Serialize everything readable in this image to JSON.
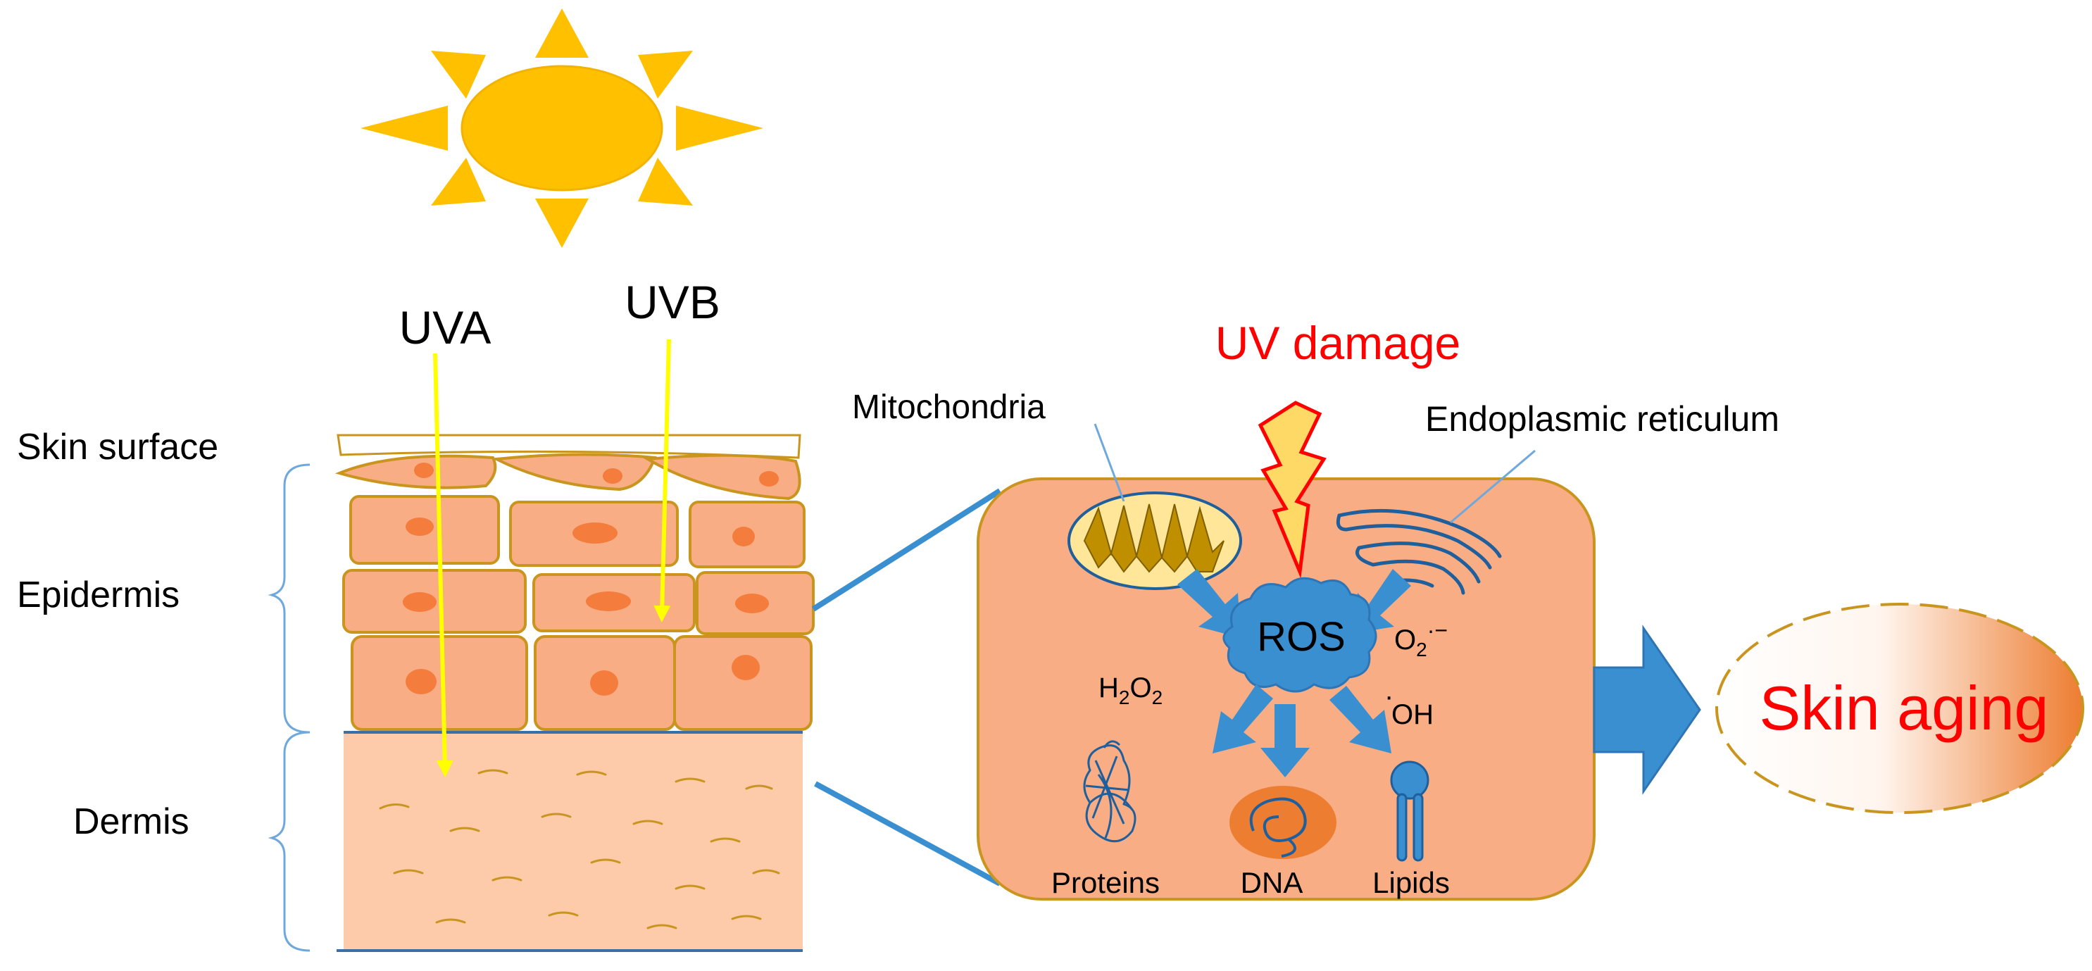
{
  "labels": {
    "uva": "UVA",
    "uvb": "UVB",
    "uv_damage": "UV damage",
    "skin_surface": "Skin surface",
    "epidermis": "Epidermis",
    "dermis": "Dermis",
    "mitochondria": "Mitochondria",
    "endoplasmic_reticulum": "Endoplasmic reticulum",
    "ros": "ROS",
    "superoxide_base": "O",
    "superoxide_sub": "2",
    "superoxide_sup": "·−",
    "h2o2_h": "H",
    "h2o2_sub1": "2",
    "h2o2_o": "O",
    "h2o2_sub2": "2",
    "hydroxyl_dot": "·",
    "hydroxyl": "OH",
    "proteins": "Proteins",
    "dna": "DNA",
    "lipids": "Lipids",
    "skin_aging": "Skin aging"
  },
  "colors": {
    "sun": "#FFC000",
    "uv_arrow": "#FFFF00",
    "cell_fill": "#F8AD84",
    "cell_border": "#C9951E",
    "nucleus": "#F47C3C",
    "dermis_fill": "#FDCBAA",
    "bracket": "#6FA8DC",
    "zoom_line": "#3A8FD0",
    "ros_blue": "#3A8FD0",
    "uv_damage_text": "#FF0000",
    "skin_aging_text": "#FF0000",
    "lightning_fill": "#FFD966",
    "lightning_border": "#FF0000",
    "mito_fill": "#FFE699",
    "mito_inner": "#BF8F00",
    "dna_fill": "#ED7D31",
    "text": "#000000"
  },
  "icons": {
    "sun": "sun-icon",
    "lightning": "lightning-icon",
    "mitochondria": "mitochondria-icon",
    "er": "endoplasmic-reticulum-icon",
    "ros": "ros-cloud-icon",
    "protein": "protein-icon",
    "dna": "dna-icon",
    "lipid": "lipid-icon",
    "aging_arrow": "block-arrow-right-icon"
  }
}
